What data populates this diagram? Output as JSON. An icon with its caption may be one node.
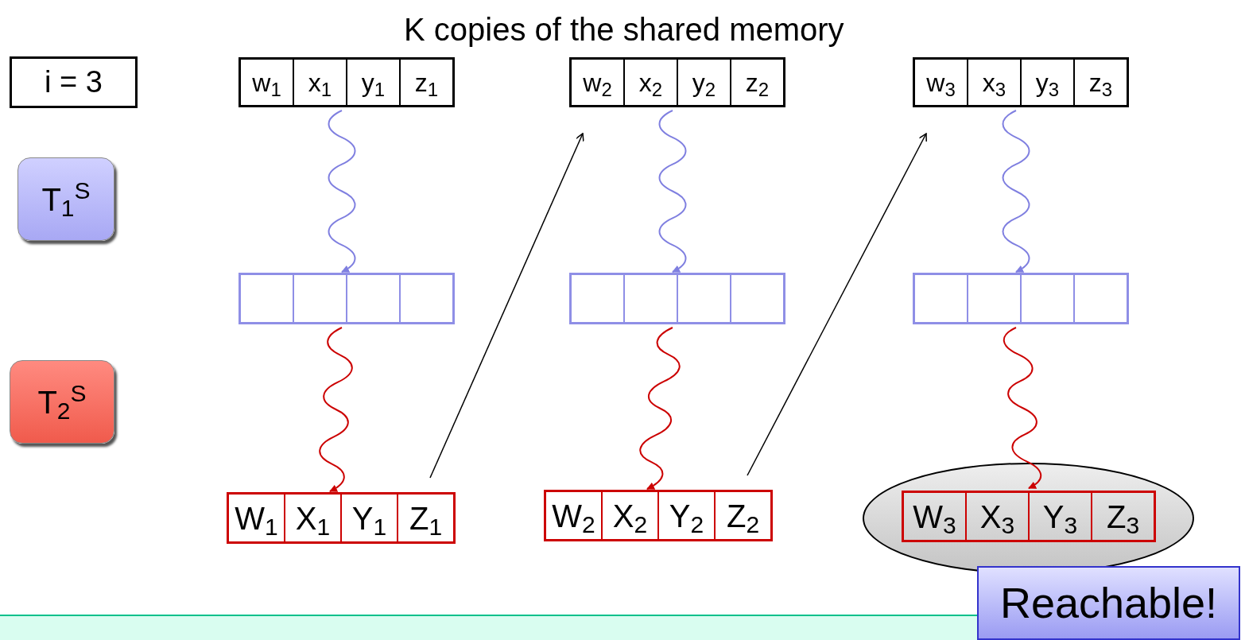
{
  "diagram": {
    "title": "K copies of the shared memory",
    "nodes": [
      {
        "text": [
          "i = 3"
        ]
      },
      {
        "text": [
          "T$_{1}$$^{S}$"
        ]
      },
      {
        "text": [
          "T$_{2}$$^{S}$"
        ]
      },
      {
        "text": [
          "w$_{1}$",
          "x$_{1}$",
          "y$_{1}$",
          "z$_{1}$"
        ]
      },
      {
        "text": [],
        "shape": "box"
      },
      {
        "text": [
          "W$_{1}$",
          "X$_{1}$",
          "Y$_{1}$",
          "Z$_{1}$"
        ]
      },
      {
        "text": [
          "w$_{2}$",
          "x$_{2}$",
          "y$_{2}$",
          "z$_{2}$"
        ]
      },
      {
        "text": [],
        "shape": "box"
      },
      {
        "text": [
          "W$_{2}$",
          "X$_{2}$",
          "Y$_{2}$",
          "Z$_{2}$"
        ]
      },
      {
        "text": [
          "w$_{3}$",
          "x$_{3}$",
          "y$_{3}$",
          "z$_{3}$"
        ]
      },
      {
        "text": [],
        "shape": "box"
      },
      {
        "text": [],
        "shape": "ellipse"
      },
      {
        "text": [
          "W$_{3}$",
          "X$_{3}$",
          "Y$_{3}$",
          "Z$_{3}$"
        ],
        "in": 11
      },
      {
        "text": [
          "Reachable!"
        ]
      },
      {
        "text": [],
        "shape": "bar"
      }
    ],
    "edges": [
      {
        "from": 3,
        "to": 4,
        "arrow": "to",
        "color": "#7f7fe0"
      },
      {
        "from": 4,
        "to": 5,
        "arrow": "to",
        "color": "#cc0000"
      },
      {
        "from": 5,
        "to": 6,
        "arrow": "to",
        "color": "#000000"
      },
      {
        "from": 6,
        "to": 7,
        "arrow": "to",
        "color": "#7f7fe0"
      },
      {
        "from": 7,
        "to": 8,
        "arrow": "to",
        "color": "#cc0000"
      },
      {
        "from": 8,
        "to": 9,
        "arrow": "to",
        "color": "#000000"
      },
      {
        "from": 9,
        "to": 10,
        "arrow": "to",
        "color": "#7f7fe0"
      },
      {
        "from": 10,
        "to": 12,
        "arrow": "to",
        "color": "#cc0000"
      }
    ]
  }
}
